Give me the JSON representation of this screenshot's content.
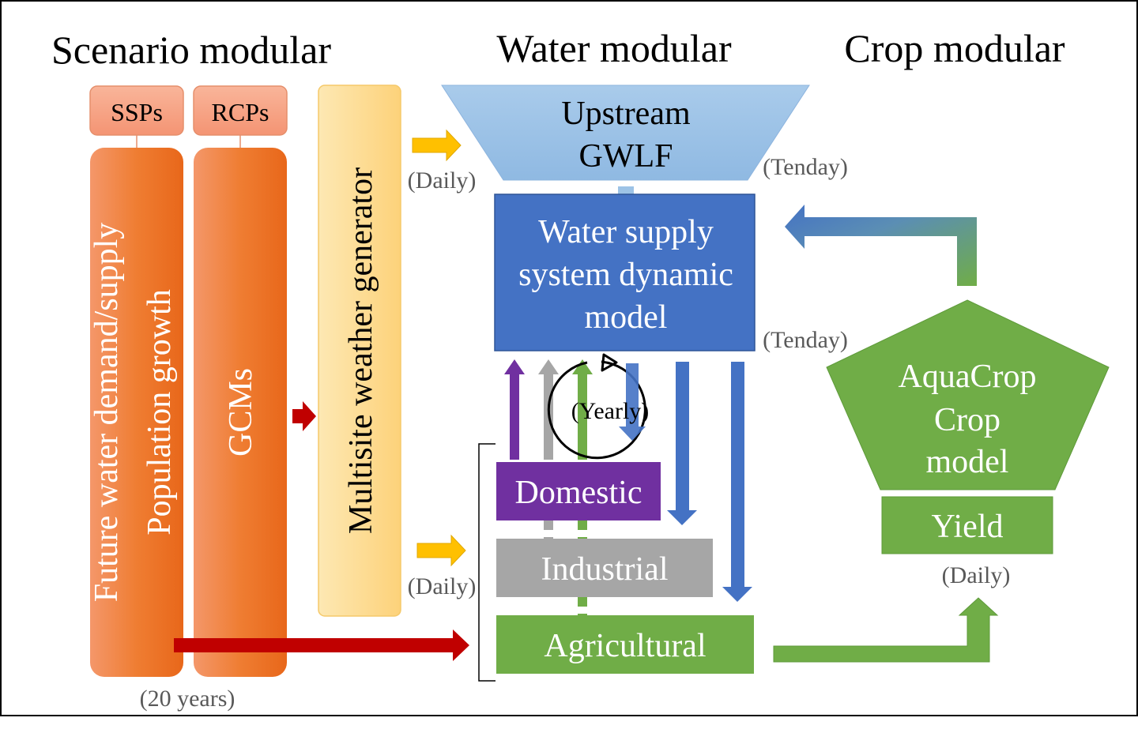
{
  "headers": {
    "scenario": "Scenario modular",
    "water": "Water modular",
    "crop": "Crop modular"
  },
  "scenario": {
    "ssps": "SSPs",
    "rcps": "RCPs",
    "future_line1": "Future water demand/supply",
    "future_line2": "Population growth",
    "gcms": "GCMs",
    "weather_generator": "Multisite  weather generator",
    "twenty_years": "(20 years)"
  },
  "water": {
    "upstream_line1": "Upstream",
    "upstream_line2": "GWLF",
    "daily_top": "(Daily)",
    "tenday_top": "(Tenday)",
    "supply_line1": "Water supply",
    "supply_line2": "system dynamic",
    "supply_line3": "model",
    "tenday_mid": "(Tenday)",
    "yearly": "(Yearly)",
    "domestic": "Domestic",
    "industrial": "Industrial",
    "agricultural": "Agricultural",
    "daily_bottom": "(Daily)"
  },
  "crop": {
    "aquacrop_line1": "AquaCrop",
    "aquacrop_line2": "Crop",
    "aquacrop_line3": "model",
    "yield": "Yield",
    "daily": "(Daily)"
  },
  "colors": {
    "orange": "#ec6b1f",
    "salmon": "#f6a383",
    "yellow": "#fdd98a",
    "light_blue": "#9dc3e6",
    "blue": "#4472c4",
    "purple": "#7030a0",
    "gray": "#a6a6a6",
    "green": "#70ad47",
    "red": "#c00000",
    "gold": "#ffc000"
  }
}
